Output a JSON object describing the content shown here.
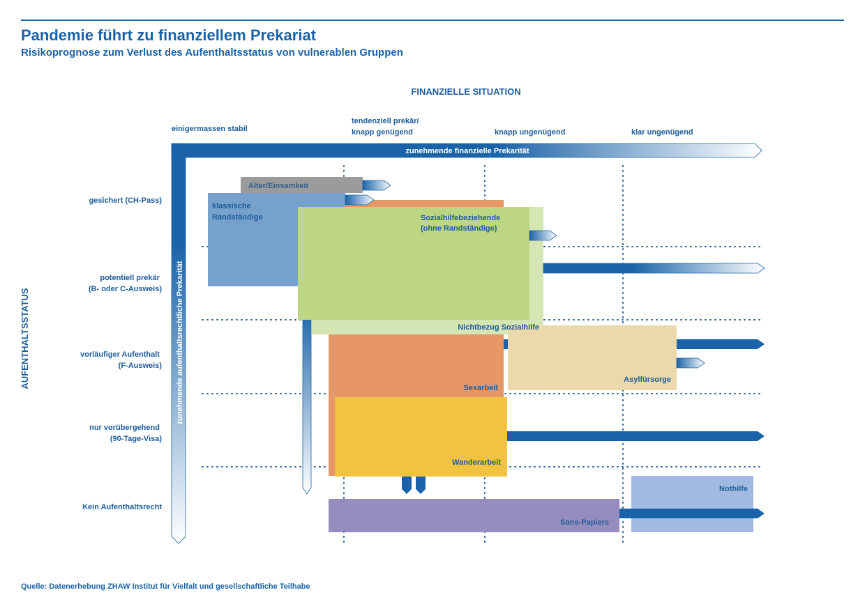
{
  "header": {
    "title": "Pandemie führt zu finanziellem Prekariat",
    "subtitle": "Risikoprognose zum Verlust des Aufenthaltsstatus von vulnerablen Gruppen"
  },
  "axes": {
    "x_title": "FINANZIELLE SITUATION",
    "y_title": "AUFENTHALTSSTATUS",
    "x_arrow_label": "zunehmende finanzielle Prekarität",
    "y_arrow_label": "zunehmende aufenthaltsrechtliche Prekarität"
  },
  "columns": [
    {
      "lines": [
        "einigermassen stabil"
      ]
    },
    {
      "lines": [
        "tendenziell prekär/",
        "knapp genügend"
      ]
    },
    {
      "lines": [
        "knapp ungenügend"
      ]
    },
    {
      "lines": [
        "klar ungenügend"
      ]
    }
  ],
  "rows": [
    {
      "lines": [
        "gesichert (CH-Pass)"
      ]
    },
    {
      "lines": [
        "potentiell prekär",
        "(B- oder C-Ausweis)"
      ]
    },
    {
      "lines": [
        "vorläufiger Aufenthalt",
        "(F-Ausweis)"
      ]
    },
    {
      "lines": [
        "nur vorübergehend",
        "(90-Tage-Visa)"
      ]
    },
    {
      "lines": [
        "Kein Aufenthaltsrecht"
      ]
    }
  ],
  "groups": {
    "alter": "Alter/Einsamkeit",
    "randstaendige": [
      "klassische",
      "Randständige"
    ],
    "sozialhilfe": [
      "Sozialhilfebeziehende",
      "(ohne Randständige)"
    ],
    "nichtbezug": "Nichtbezug Sozialhilfe",
    "sexarbeit": "Sexarbeit",
    "asyl": "Asylfürsorge",
    "wanderarbeit": "Wanderarbeit",
    "sanspapiers": "Sans-Papiers",
    "nothilfe": "Nothilfe"
  },
  "colors": {
    "brand": "#1a63a8",
    "alter": "#9b9b9b",
    "randstaendige": "#76a1cd",
    "sozialhilfe": "#bdd683",
    "nichtbezug": "#d6e5b4",
    "sexarbeit": "#e79766",
    "asyl": "#ecd9ab",
    "wanderarbeit": "#f2c33f",
    "sanspapiers": "#968cbe",
    "nothilfe": "#a2b9e1"
  },
  "footer": {
    "source": "Quelle: Datenerhebung ZHAW Institut für Vielfalt und gesellschaftliche Teilhabe"
  }
}
